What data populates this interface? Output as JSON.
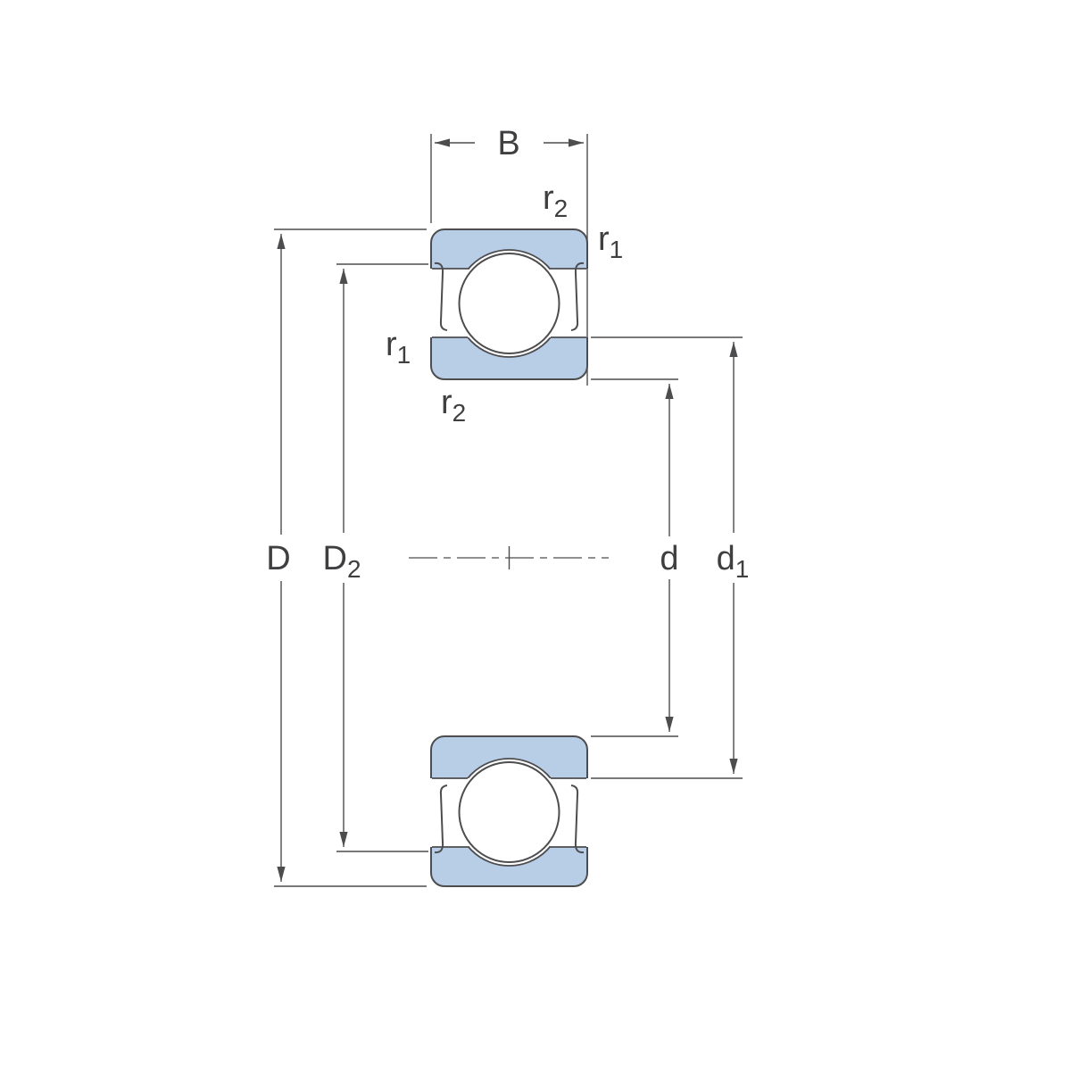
{
  "diagram": {
    "colors": {
      "background": "#ffffff",
      "fill": "#b8cde6",
      "line": "#4d4d4f",
      "text": "#3f3f41"
    },
    "dimensions": {
      "B": {
        "base": "B",
        "sub": ""
      },
      "D": {
        "base": "D",
        "sub": ""
      },
      "D2": {
        "base": "D",
        "sub": "2"
      },
      "d": {
        "base": "d",
        "sub": ""
      },
      "d1": {
        "base": "d",
        "sub": "1"
      },
      "r1_upper": {
        "base": "r",
        "sub": "1"
      },
      "r2_upper": {
        "base": "r",
        "sub": "2"
      },
      "r1_left": {
        "base": "r",
        "sub": "1"
      },
      "r2_left": {
        "base": "r",
        "sub": "2"
      }
    }
  }
}
